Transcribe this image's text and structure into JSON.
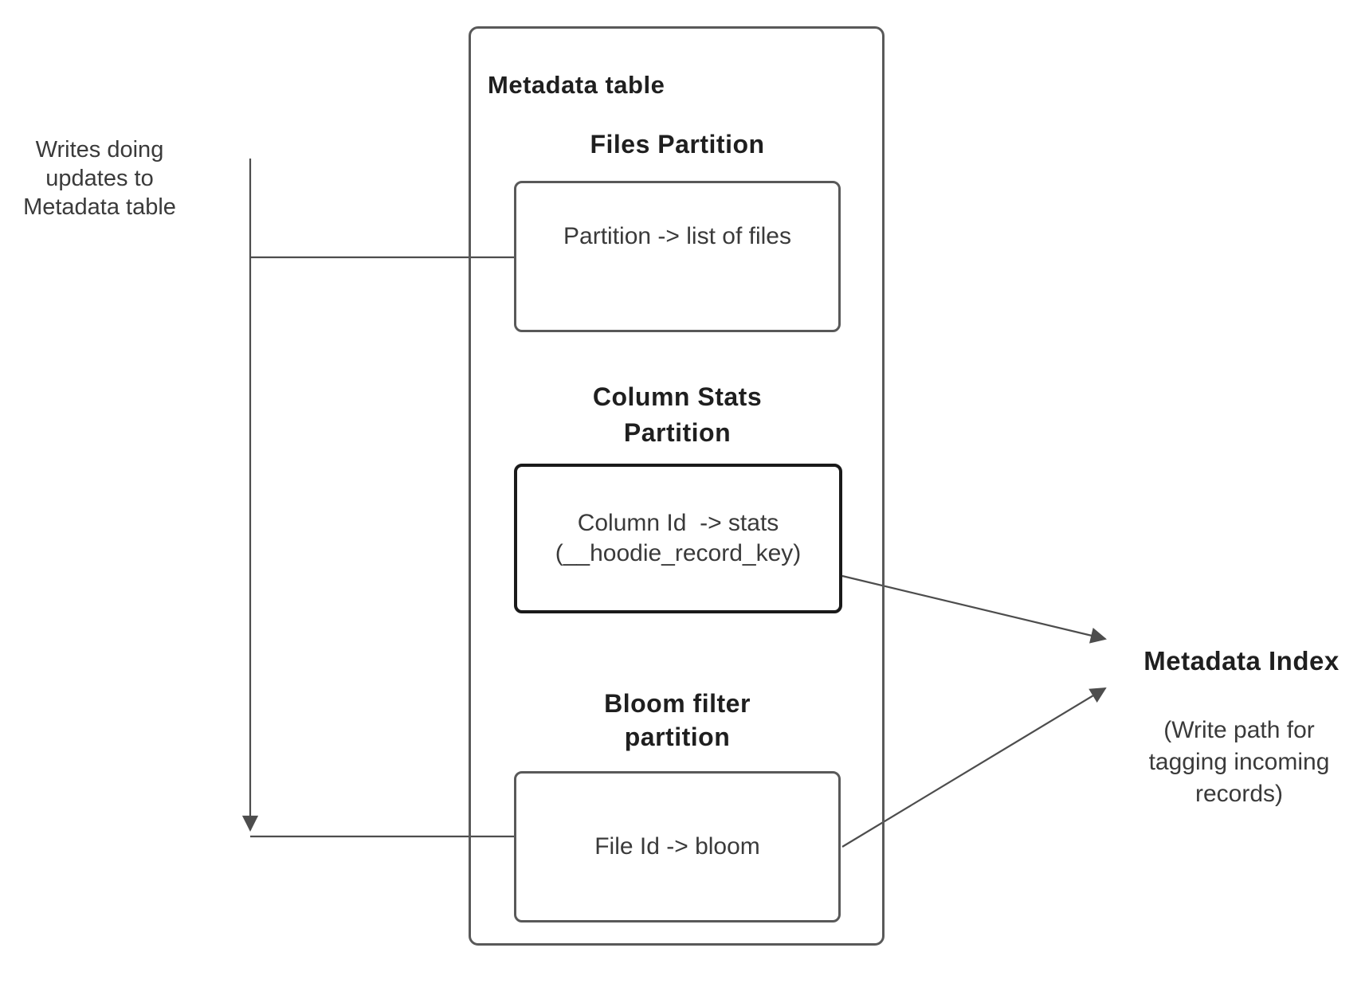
{
  "palette": {
    "line_color": "#4d4d4d",
    "box_border_gray": "#595959",
    "box_border_dark": "#1a1a1a",
    "heading_text": "#1f1f1f",
    "body_text": "#3a3a3a",
    "background": "#ffffff"
  },
  "left_annotation": {
    "text": "Writes doing\nupdates to\nMetadata table"
  },
  "metadata_table": {
    "title": "Metadata table",
    "files_partition": {
      "heading": "Files Partition",
      "box_text": "Partition -> list of files"
    },
    "column_stats_partition": {
      "heading": "Column Stats\nPartition",
      "box_text": "Column Id  -> stats\n(__hoodie_record_key)"
    },
    "bloom_filter_partition": {
      "heading": "Bloom filter\npartition",
      "box_text": "File Id -> bloom"
    }
  },
  "metadata_index": {
    "title": "Metadata Index",
    "subtitle": "(Write path for\ntagging incoming\nrecords)"
  }
}
